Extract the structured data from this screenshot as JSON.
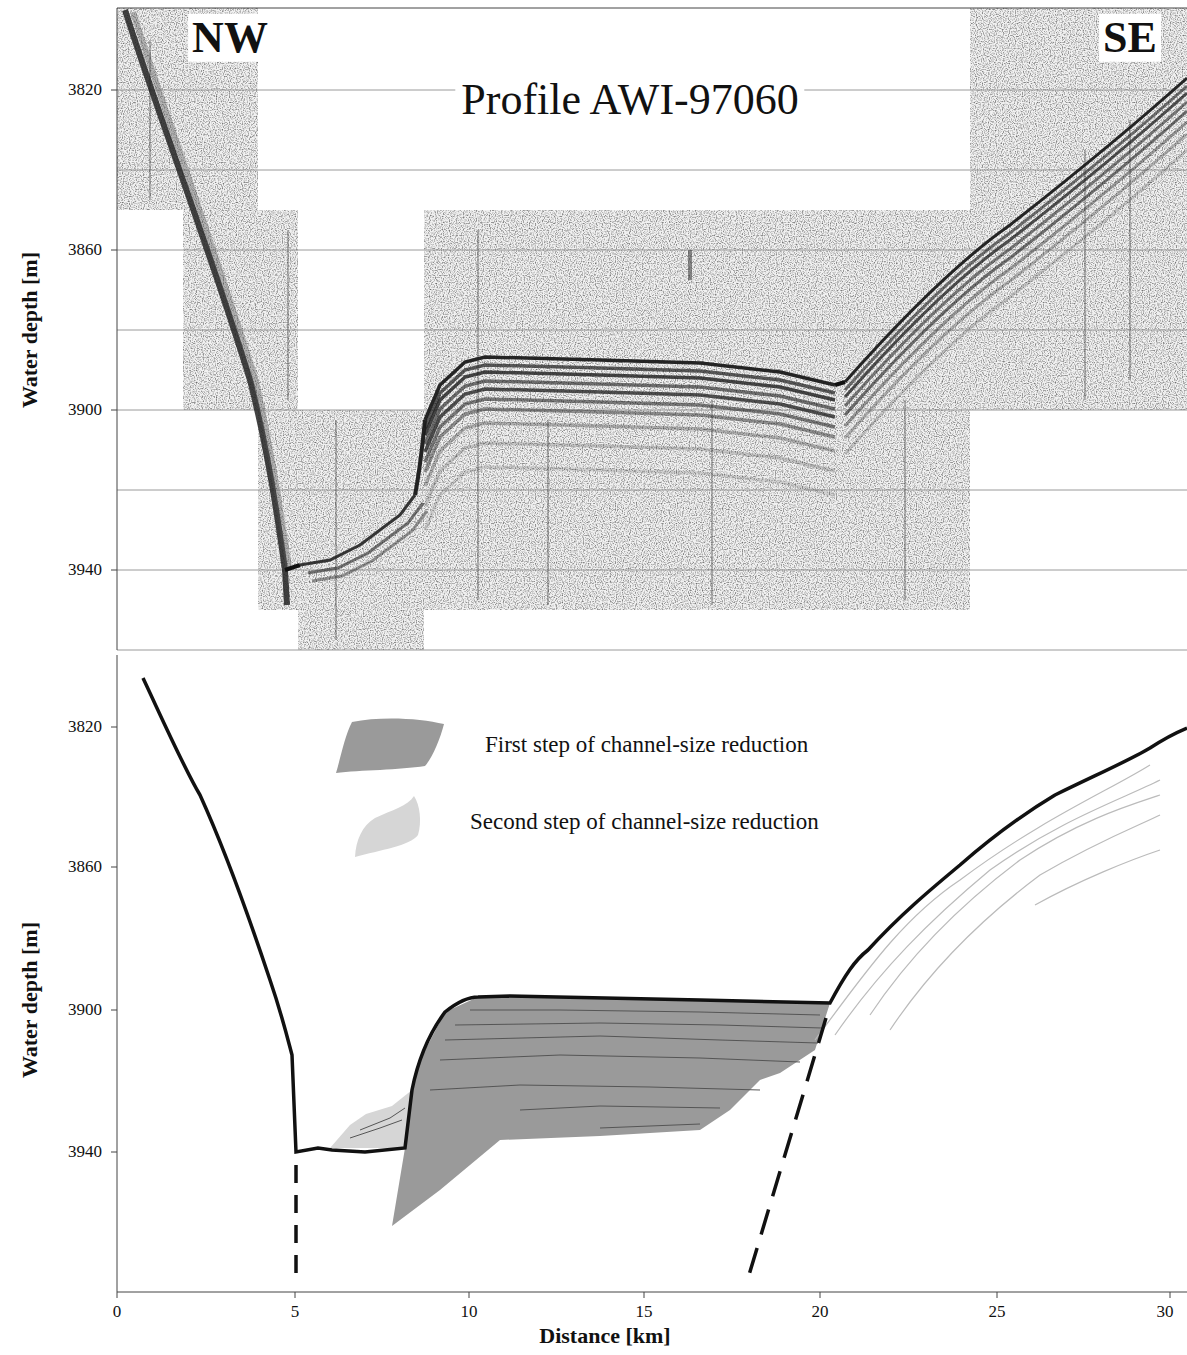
{
  "diagram": {
    "title": "Profile AWI-97060",
    "labels": [
      "NW",
      "SE",
      "Water depth [m]",
      "3820",
      "3860",
      "3900",
      "3940",
      "Water depth [m]",
      "3820",
      "3860",
      "3900",
      "3940",
      "0",
      "5",
      "10",
      "15",
      "20",
      "25",
      "30",
      "Distance [km]"
    ],
    "legend": [
      {
        "text": "First step of channel-size reduction",
        "color": "#9a9a9a"
      },
      {
        "text": "Second step of channel-size reduction",
        "color": "#d6d6d6"
      }
    ]
  }
}
